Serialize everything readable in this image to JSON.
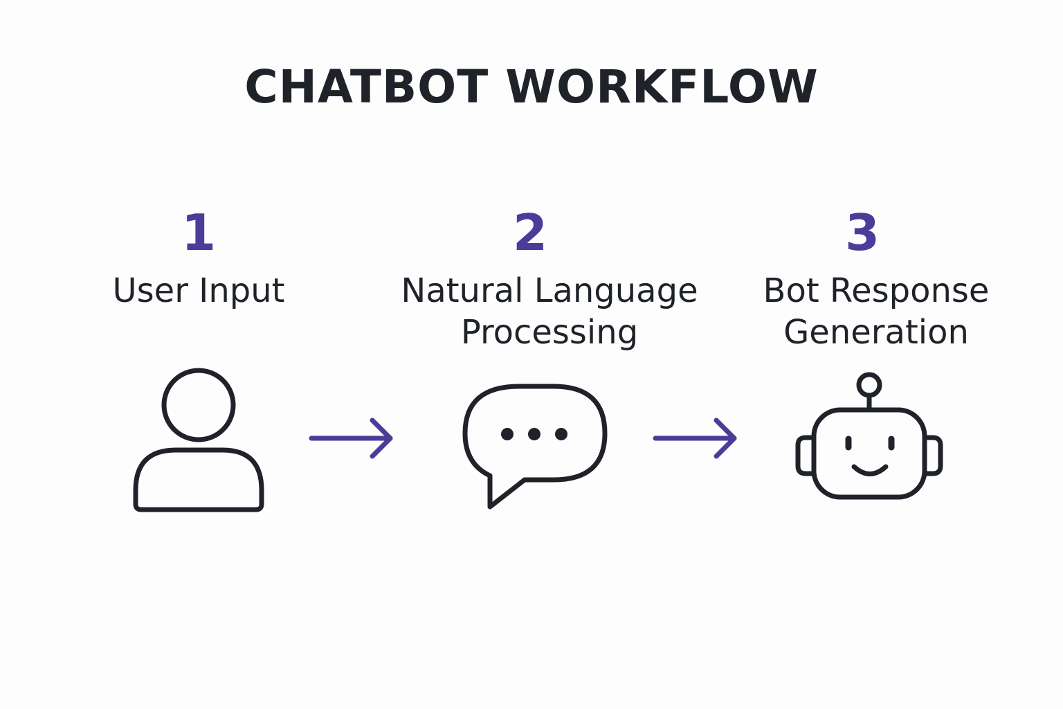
{
  "title": "CHATBOT WORKFLOW",
  "colors": {
    "accent": "#4a3d9a",
    "ink": "#1f2329",
    "background": "#fdfdfd"
  },
  "steps": [
    {
      "number": "1",
      "label": "User Input",
      "icon": "user-icon"
    },
    {
      "number": "2",
      "label": "Natural Language\nProcessing",
      "icon": "speech-bubble-icon"
    },
    {
      "number": "3",
      "label": "Bot Response\nGeneration",
      "icon": "robot-icon"
    }
  ],
  "connectors": [
    {
      "from": "1",
      "to": "2",
      "icon": "arrow-right-icon"
    },
    {
      "from": "2",
      "to": "3",
      "icon": "arrow-right-icon"
    }
  ]
}
